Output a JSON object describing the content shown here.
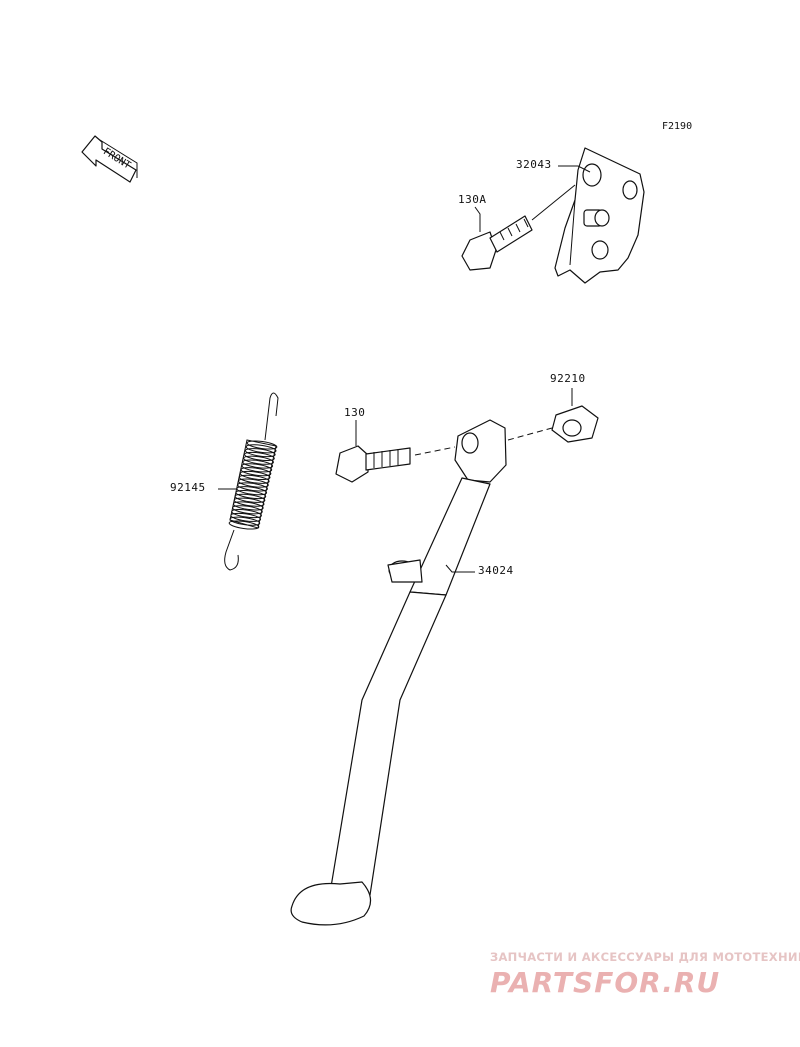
{
  "figure_code": "F2190",
  "front_label": "FRONT",
  "callouts": {
    "c32043": "32043",
    "c130A": "130A",
    "c92210": "92210",
    "c130": "130",
    "c92145": "92145",
    "c34024": "34024"
  },
  "watermark": {
    "subtitle": "ЗАПЧАСТИ И АКСЕССУАРЫ ДЛЯ МОТОТЕХНИКИ",
    "brand": "PARTSFOR.RU"
  }
}
